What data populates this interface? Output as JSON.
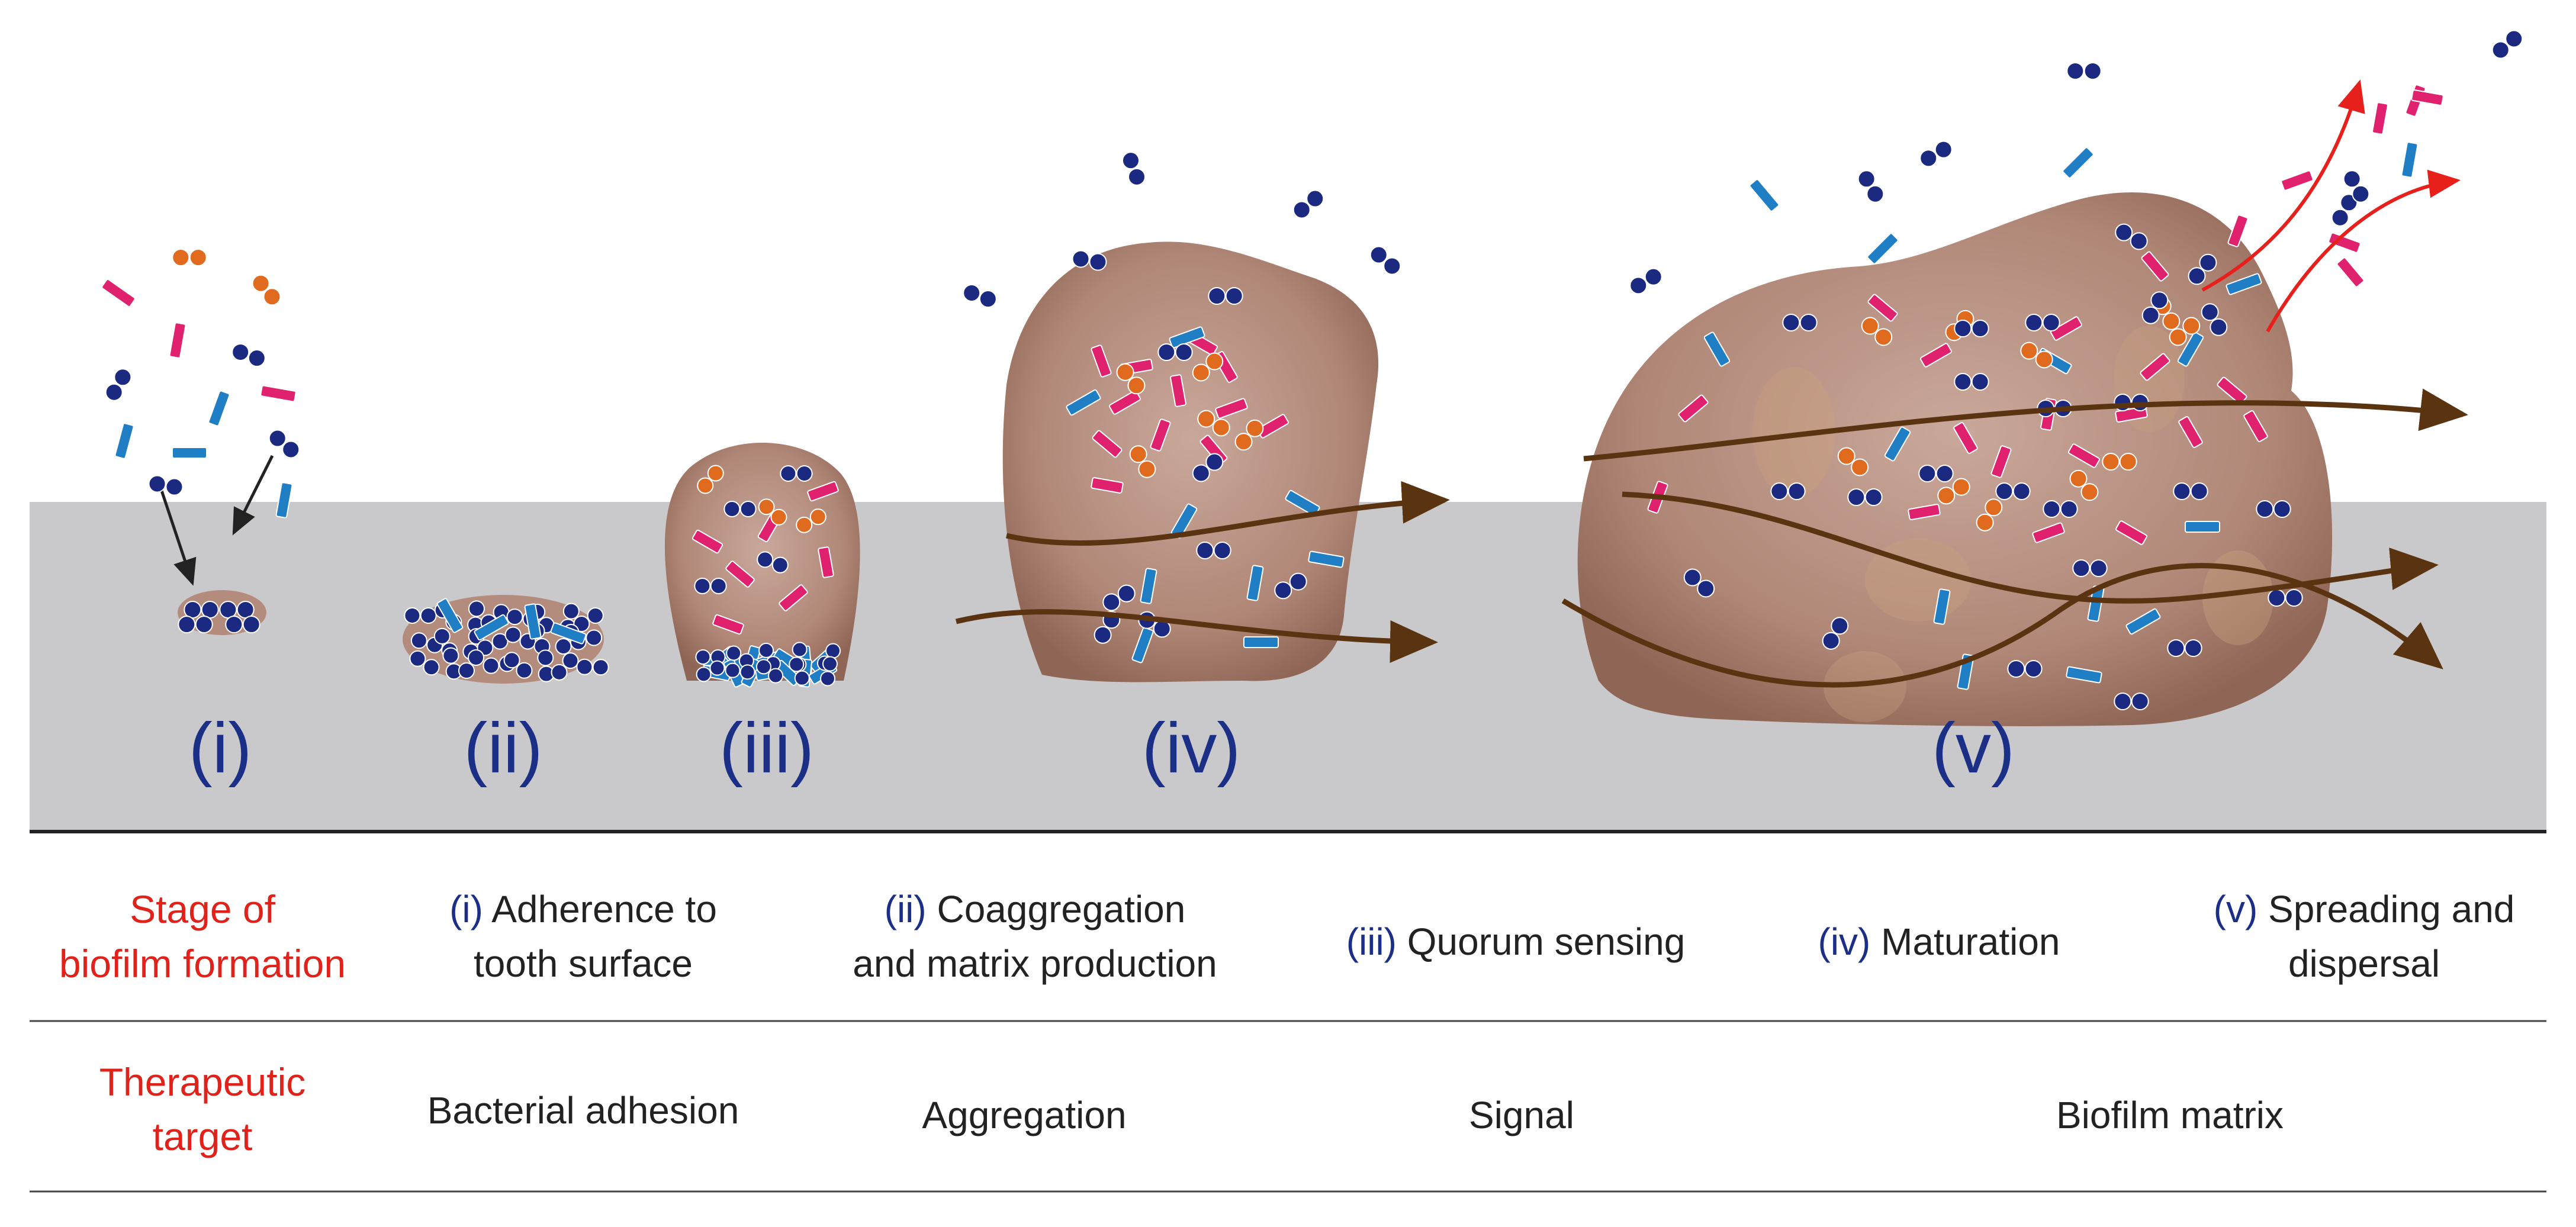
{
  "stages": [
    {
      "numeral": "(i)"
    },
    {
      "numeral": "(ii)"
    },
    {
      "numeral": "(iii)"
    },
    {
      "numeral": "(iv)"
    },
    {
      "numeral": "(v)"
    }
  ],
  "table": {
    "stage_row": {
      "header_line1": "Stage of",
      "header_line2": "biofilm formation",
      "cells": [
        {
          "num": "(i)",
          "line1": "Adherence to",
          "line2": "tooth surface"
        },
        {
          "num": "(ii)",
          "line1": "Coaggregation",
          "line2": "and matrix production"
        },
        {
          "num": "(iii)",
          "line1": "Quorum sensing",
          "line2": ""
        },
        {
          "num": "(iv)",
          "line1": "Maturation",
          "line2": ""
        },
        {
          "num": "(v)",
          "line1": "Spreading and",
          "line2": "dispersal"
        }
      ]
    },
    "target_row": {
      "header_line1": "Therapeutic",
      "header_line2": "target",
      "cells": [
        "Bacterial adhesion",
        "Aggregation",
        "Signal",
        "Biofilm matrix"
      ]
    }
  },
  "colors": {
    "surface": "#c9c9cc",
    "biofilm": "#b48c7e",
    "coccus_navy": "#1b2a80",
    "coccus_orange": "#e06a1e",
    "rod_pink": "#e0226e",
    "rod_blue": "#1f7ec4",
    "flow_arrow": "#5a3310",
    "dispersal_arrow": "#e8201c",
    "numeral": "#1c2f86",
    "header_red": "#e0221b"
  }
}
